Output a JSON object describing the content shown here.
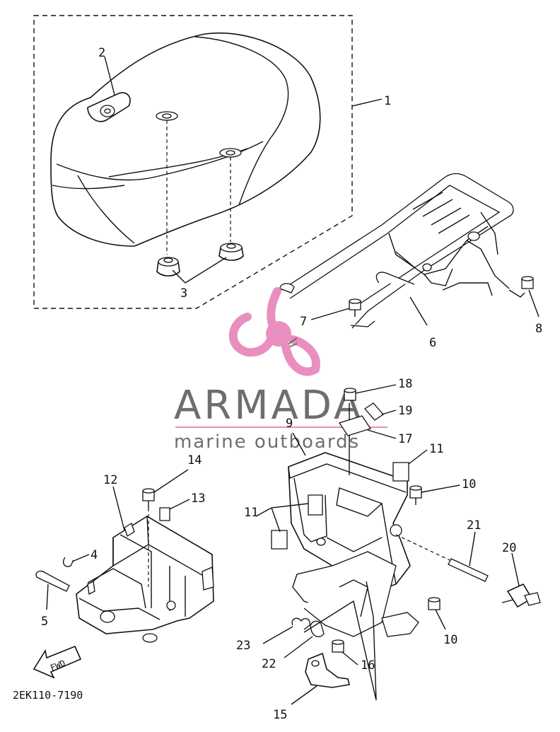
{
  "diagram_code": "2EK110-7190",
  "direction_label": "FWD",
  "watermark": {
    "brand": "ARMADA",
    "tagline": "marine outboards",
    "accent_color": "#e88fc0",
    "text_color": "#6e6e6e"
  },
  "callouts": {
    "c1": "1",
    "c2": "2",
    "c3": "3",
    "c4": "4",
    "c5": "5",
    "c6": "6",
    "c7": "7",
    "c8": "8",
    "c9": "9",
    "c10a": "10",
    "c10b": "10",
    "c11a": "11",
    "c11b": "11",
    "c12": "12",
    "c13": "13",
    "c14": "14",
    "c15": "15",
    "c16": "16",
    "c17": "17",
    "c18": "18",
    "c19": "19",
    "c20": "20",
    "c21": "21",
    "c22": "22",
    "c23": "23"
  }
}
